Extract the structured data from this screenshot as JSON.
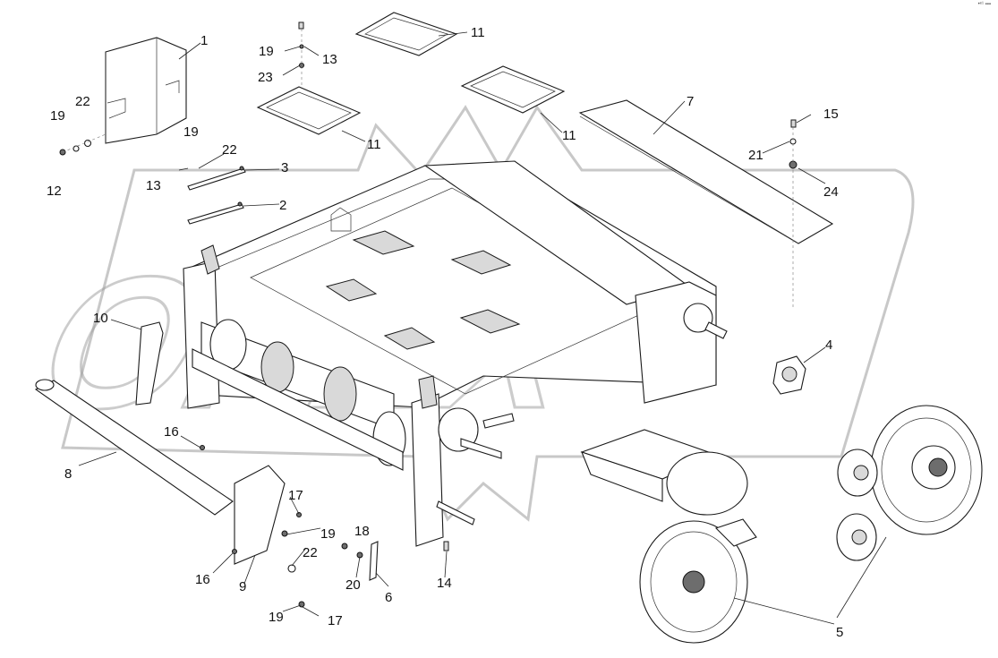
{
  "watermark": "OPEX",
  "corner_mark": "•ᵉ¹ ▪▪▪",
  "callouts": {
    "c1": "1",
    "c2": "2",
    "c3": "3",
    "c4": "4",
    "c5": "5",
    "c6": "6",
    "c7": "7",
    "c8": "8",
    "c9": "9",
    "c10": "10",
    "c11a": "11",
    "c11b": "11",
    "c11c": "11",
    "c12": "12",
    "c13a": "13",
    "c13b": "13",
    "c14": "14",
    "c15": "15",
    "c16a": "16",
    "c16b": "16",
    "c17a": "17",
    "c17b": "17",
    "c18": "18",
    "c19a": "19",
    "c19b": "19",
    "c19c": "19",
    "c19d": "19",
    "c19e": "19",
    "c20": "20",
    "c21": "21",
    "c22a": "22",
    "c22b": "22",
    "c22c": "22",
    "c23": "23",
    "c24": "24"
  }
}
